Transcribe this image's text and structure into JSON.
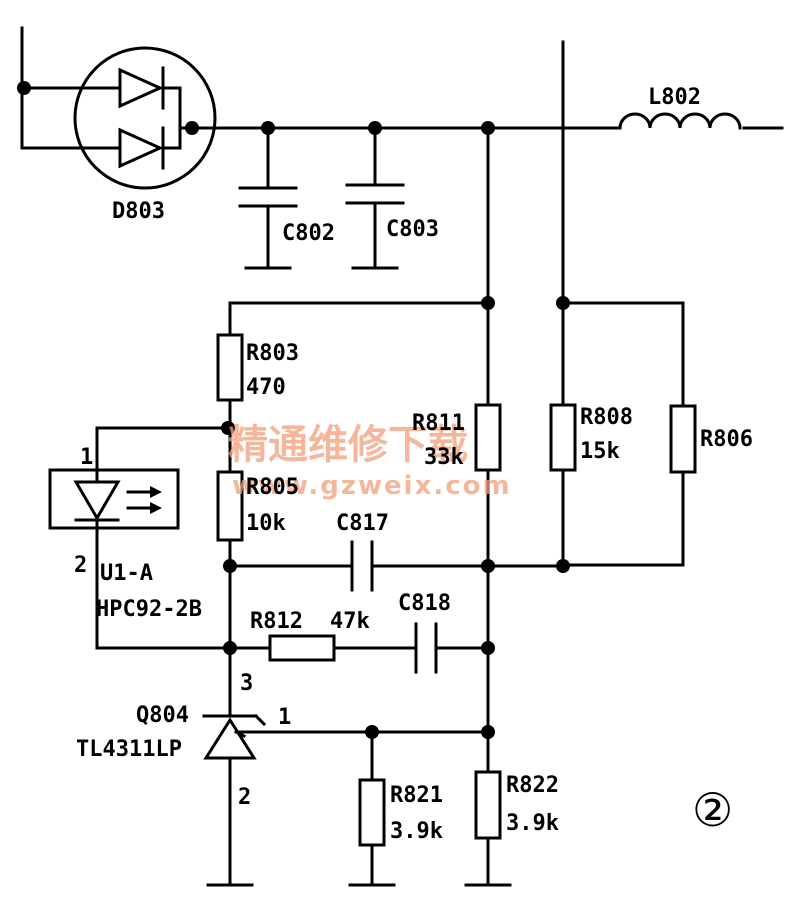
{
  "labels": {
    "d803": "D803",
    "c802": "C802",
    "c803": "C803",
    "l802": "L802",
    "r803": "R803",
    "r803_val": "470",
    "r811": "R811",
    "r811_val": "33k",
    "r808": "R808",
    "r808_val": "15k",
    "r806": "R806",
    "r805": "R805",
    "r805_val": "10k",
    "c817": "C817",
    "u1_pin1": "1",
    "u1_pin2": "2",
    "u1_name": "U1-A",
    "u1_part": "HPC92-2B",
    "r812": "R812",
    "r812_val": "47k",
    "c818": "C818",
    "q804_pin3": "3",
    "q804": "Q804",
    "q804_part": "TL4311LP",
    "q804_pin1": "1",
    "q804_pin2": "2",
    "r821": "R821",
    "r821_val": "3.9k",
    "r822": "R822",
    "r822_val": "3.9k",
    "figure_number": "②"
  },
  "watermark": {
    "text": "精通维修下载",
    "url": "www.gzweix.com"
  }
}
